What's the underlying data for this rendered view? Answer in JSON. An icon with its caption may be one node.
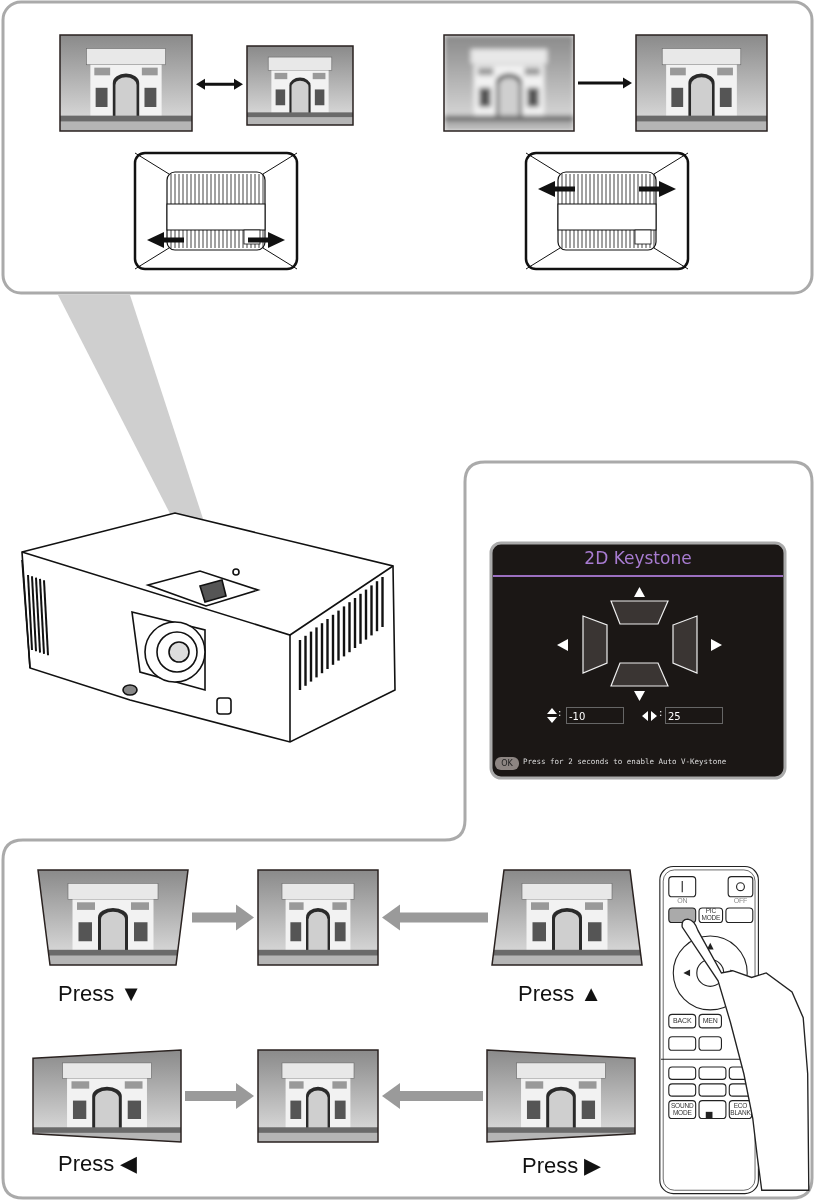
{
  "diagram": {
    "nodes": [
      {
        "text": [],
        "shape": "picture"
      },
      {
        "text": [],
        "shape": "picture"
      },
      {
        "text": [],
        "shape": "picture"
      },
      {
        "text": [],
        "shape": "picture"
      },
      {
        "text": [],
        "shape": "picture",
        "beside": [
          "Press ▼"
        ]
      },
      {
        "text": [],
        "shape": "picture"
      },
      {
        "text": [],
        "shape": "picture",
        "beside": [
          "Press ▲"
        ]
      },
      {
        "text": [],
        "shape": "picture",
        "beside": [
          "Press ◀"
        ]
      },
      {
        "text": [],
        "shape": "picture"
      },
      {
        "text": [],
        "shape": "picture",
        "beside": [
          "Press ▶"
        ]
      }
    ],
    "edges": [
      {
        "from": 0,
        "to": 1,
        "arrow": "both",
        "color": "#111111"
      },
      {
        "from": 2,
        "to": 3,
        "arrow": "to",
        "color": "#111111"
      },
      {
        "from": 4,
        "to": 5,
        "arrow": "to"
      },
      {
        "from": 6,
        "to": 5,
        "arrow": "to"
      },
      {
        "from": 7,
        "to": 8,
        "arrow": "to"
      },
      {
        "from": 9,
        "to": 8,
        "arrow": "to"
      }
    ],
    "labels": [
      "2D Keystone",
      ":",
      "-10",
      ":",
      "25",
      "OK",
      "Press for 2 seconds to enable Auto V-Keystone",
      "ON",
      "OFF",
      "PIC MODE",
      "BACK",
      "MEN",
      "SOUND MODE",
      "ECO BLANK"
    ]
  }
}
